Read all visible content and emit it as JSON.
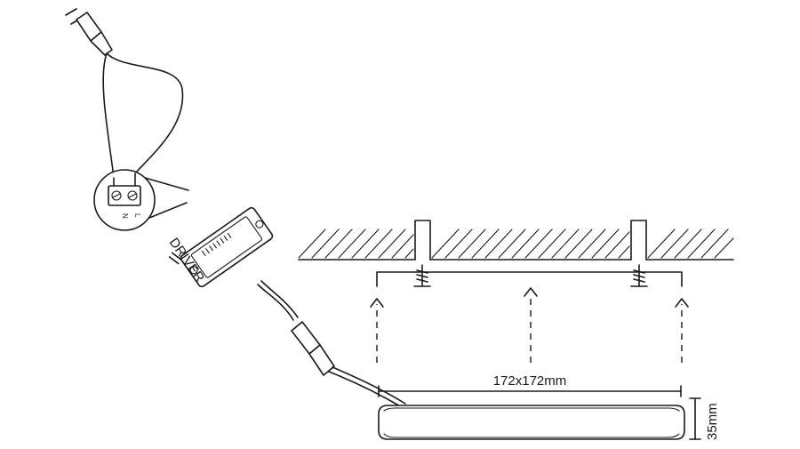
{
  "labels": {
    "driver": "DRIVER",
    "terminal_n": "N",
    "terminal_l": "L",
    "cutout_size": "172x172mm",
    "panel_height": "35mm"
  },
  "colors": {
    "line": "#1a1a1a",
    "background": "#ffffff"
  }
}
